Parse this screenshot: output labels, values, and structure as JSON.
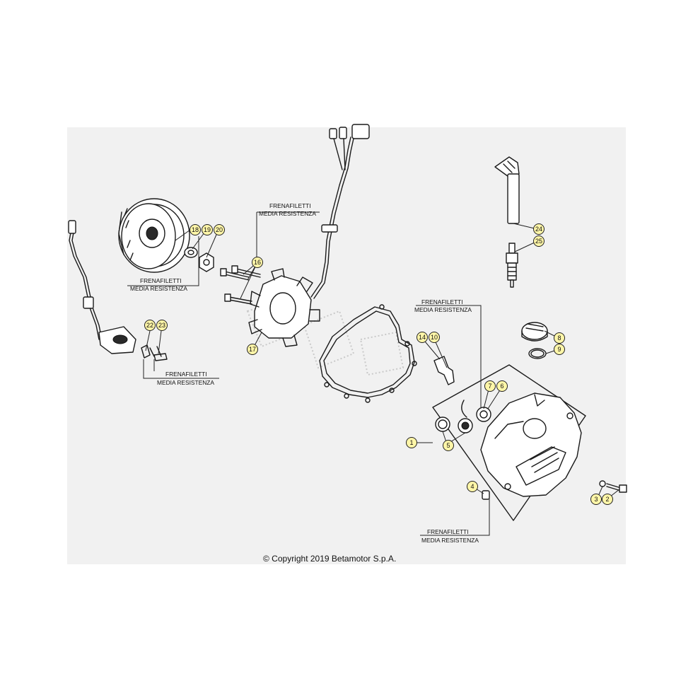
{
  "notes": {
    "frenafiletti": "FRENAFILETTI",
    "media_resistenza": "MEDIA RESISTENZA"
  },
  "callouts": [
    "1",
    "2",
    "3",
    "4",
    "5",
    "6",
    "7",
    "8",
    "9",
    "10",
    "14",
    "16",
    "17",
    "18",
    "19",
    "20",
    "22",
    "23",
    "24",
    "25"
  ],
  "copyright": "© Copyright 2019 Betamotor S.p.A.",
  "colors": {
    "callout_fill": "#fff6a8",
    "background": "#f1f1f1",
    "line": "#1a1a1a"
  }
}
